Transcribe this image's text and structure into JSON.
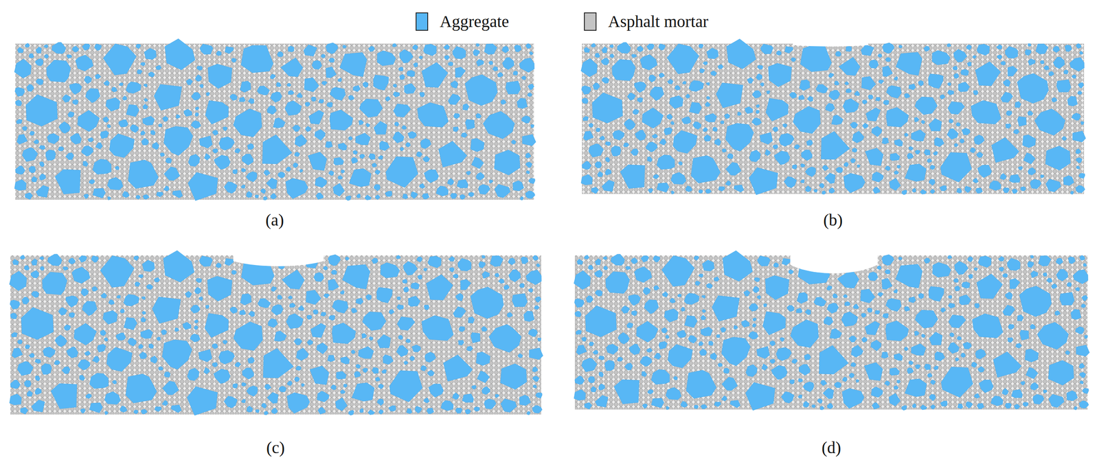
{
  "diagram": {
    "labels": [
      "(a)",
      "(b)",
      "(c)",
      "(d)"
    ],
    "legend": [
      {
        "text": "Aggregate",
        "color": "#58b7f5"
      },
      {
        "text": "Asphalt mortar",
        "color": "#c4c4c4"
      }
    ]
  }
}
